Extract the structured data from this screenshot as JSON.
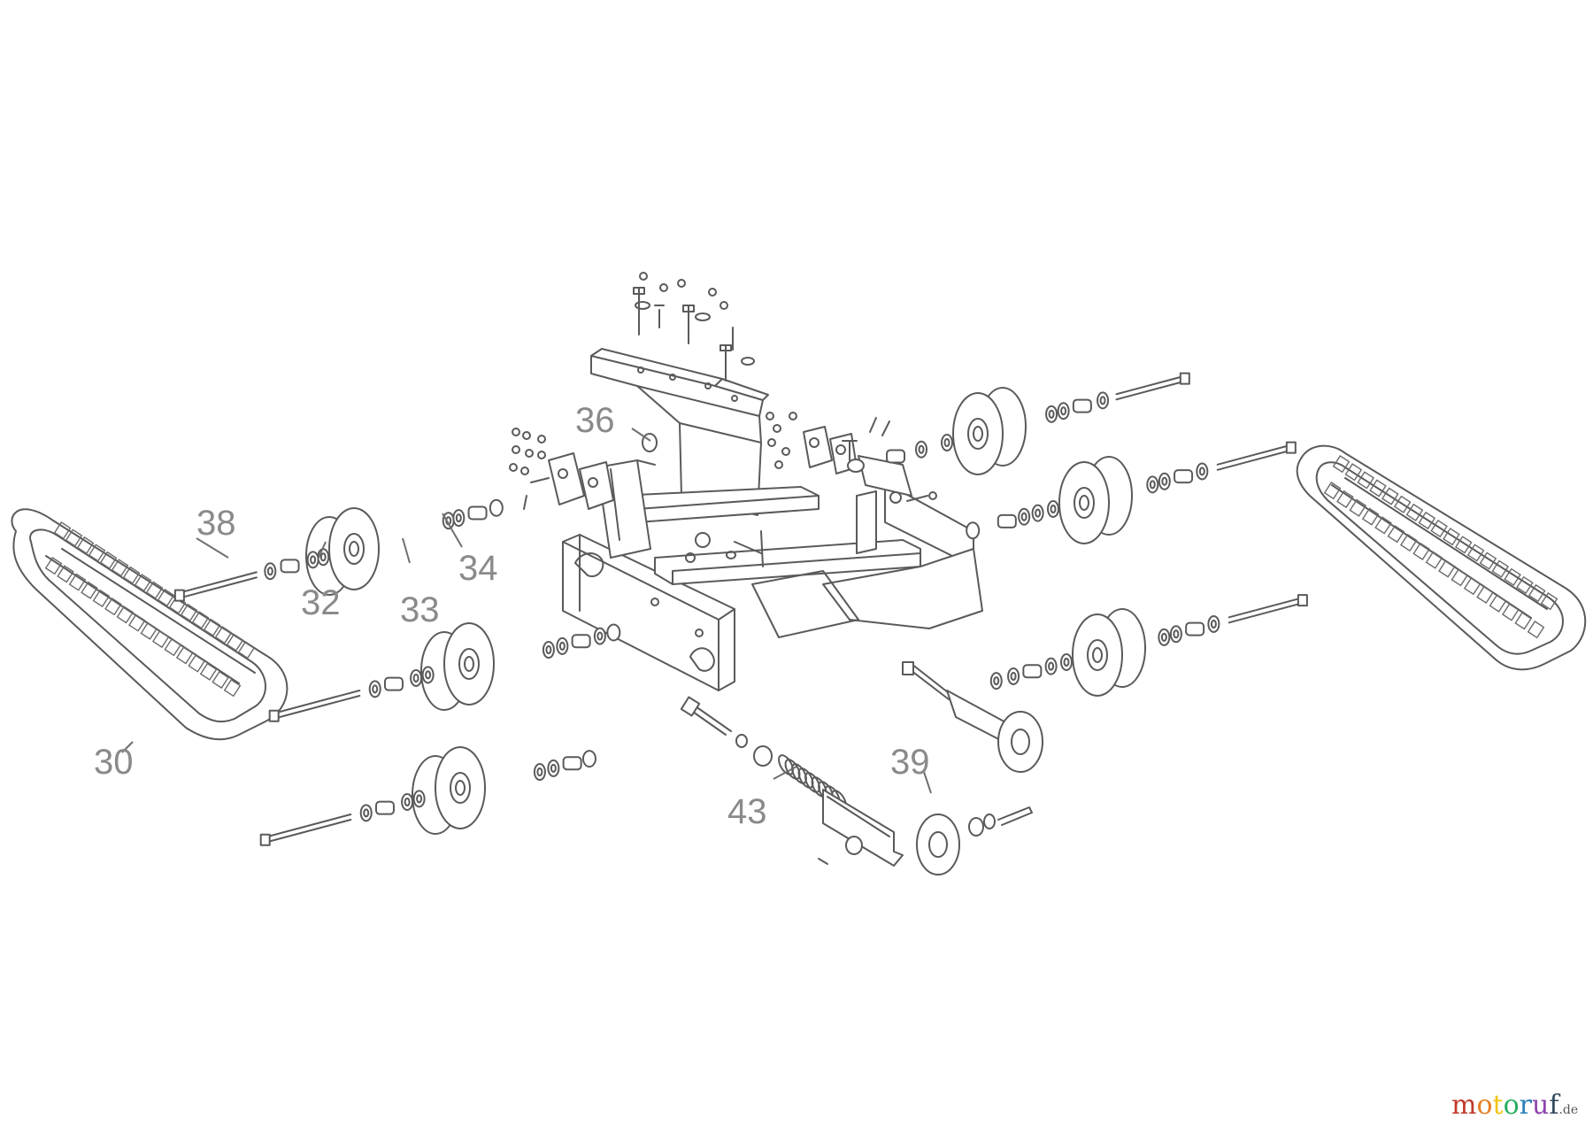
{
  "callouts": [
    {
      "id": "30",
      "label": "30"
    },
    {
      "id": "32",
      "label": "32"
    },
    {
      "id": "33",
      "label": "33"
    },
    {
      "id": "34",
      "label": "34"
    },
    {
      "id": "36",
      "label": "36"
    },
    {
      "id": "38",
      "label": "38"
    },
    {
      "id": "39",
      "label": "39"
    },
    {
      "id": "43",
      "label": "43"
    }
  ],
  "watermark": {
    "text": "motoruf",
    "suffix": ".de",
    "colors": [
      "#c0392b",
      "#e67e22",
      "#f1c40f",
      "#27ae60",
      "#2980b9",
      "#8e44ad",
      "#34495e"
    ]
  },
  "colors": {
    "line": "#5a5a5a",
    "callout": "#8a8a8a",
    "background": "#ffffff"
  }
}
